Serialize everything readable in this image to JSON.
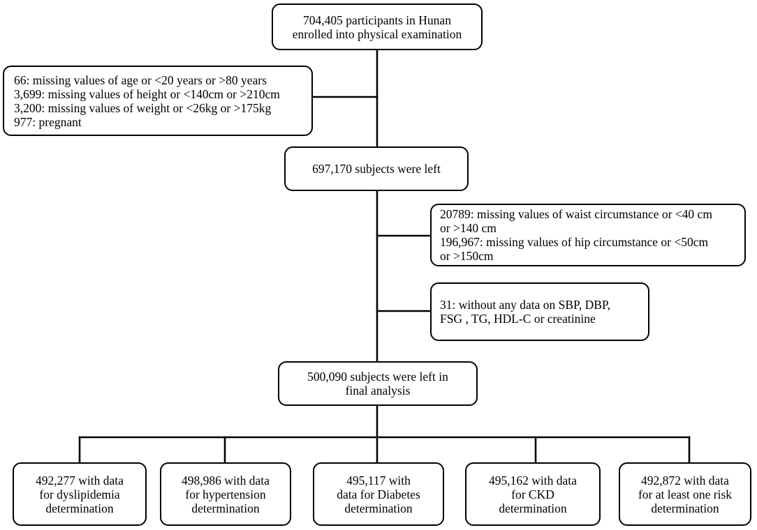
{
  "flowchart": {
    "enrolled": [
      "704,405 participants in Hunan",
      "enrolled into physical examination"
    ],
    "exclusion_1": [
      "66: missing values of  age or <20 years or >80 years",
      "3,699: missing values of height or <140cm or >210cm",
      "3,200: missing values of weight or <26kg or >175kg",
      "977: pregnant"
    ],
    "left_1": [
      "697,170 subjects were left"
    ],
    "exclusion_2": [
      "20789: missing values of  waist circumstance or <40 cm",
      "or >140 cm",
      "196,967: missing values of hip circumstance or <50cm",
      "or >150cm"
    ],
    "exclusion_3": [
      "31: without any data on SBP, DBP,",
      "FSG , TG, HDL-C or creatinine"
    ],
    "final": [
      "500,090 subjects were left in",
      "final analysis"
    ],
    "outcomes": [
      [
        "492,277 with data",
        "for dyslipidemia",
        "determination"
      ],
      [
        "498,986 with data",
        "for hypertension",
        "determination"
      ],
      [
        "495,117 with",
        "data for Diabetes",
        "determination"
      ],
      [
        "495,162 with data",
        "for CKD",
        "determination"
      ],
      [
        "492,872 with data",
        "for at least one risk",
        "determination"
      ]
    ]
  }
}
